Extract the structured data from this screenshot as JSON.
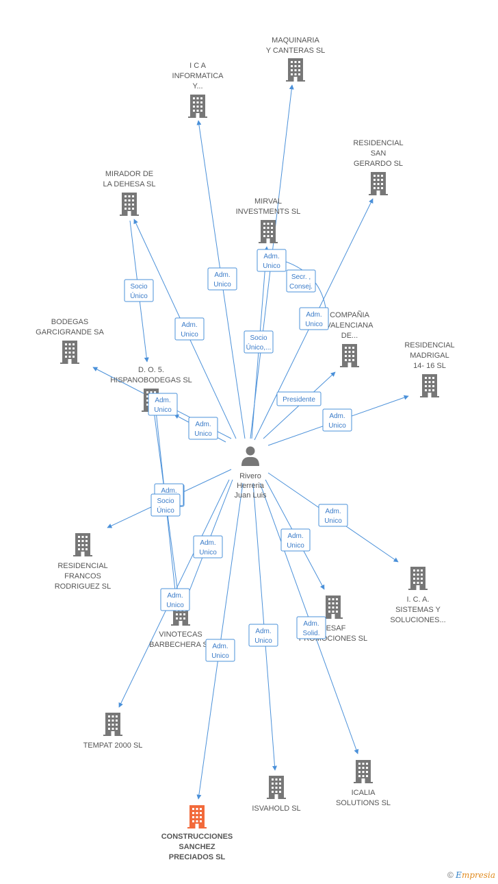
{
  "center": {
    "label": [
      "Rivero",
      "Herreria",
      "Juan Luis"
    ],
    "icon": "person-icon"
  },
  "colors": {
    "edge": "#4a90d9",
    "building": "#777777",
    "highlight": "#f26a3b"
  },
  "companies": [
    {
      "id": "maquinaria",
      "label": [
        "MAQUINARIA",
        "Y CANTERAS SL"
      ]
    },
    {
      "id": "ica-informatica",
      "label": [
        "I C A",
        "INFORMATICA",
        "Y..."
      ]
    },
    {
      "id": "residencial-san-gerardo",
      "label": [
        "RESIDENCIAL",
        "SAN",
        "GERARDO SL"
      ]
    },
    {
      "id": "mirador",
      "label": [
        "MIRADOR DE",
        "LA DEHESA SL"
      ]
    },
    {
      "id": "mirval",
      "label": [
        "MIRVAL",
        "INVESTMENTS SL"
      ]
    },
    {
      "id": "compania-valenciana",
      "label": [
        "COMPAÑIA",
        "VALENCIANA",
        "DE..."
      ]
    },
    {
      "id": "bodegas",
      "label": [
        "BODEGAS",
        "GARCIGRANDE SA"
      ]
    },
    {
      "id": "dos-hispanobodegas",
      "label": [
        "D. O. 5.",
        "HISPANOBODEGAS SL"
      ]
    },
    {
      "id": "residencial-madrigal",
      "label": [
        "RESIDENCIAL",
        "MADRIGAL",
        "14- 16 SL"
      ]
    },
    {
      "id": "residencial-francos",
      "label": [
        "RESIDENCIAL",
        "FRANCOS",
        "RODRIGUEZ SL"
      ]
    },
    {
      "id": "ica-sistemas",
      "label": [
        "I. C. A.",
        "SISTEMAS Y",
        "SOLUCIONES..."
      ]
    },
    {
      "id": "desaf",
      "label": [
        "DESAF",
        "PROMOCIONES SL"
      ]
    },
    {
      "id": "vinotecas",
      "label": [
        "VINOTECAS",
        "BARBECHERA SL"
      ]
    },
    {
      "id": "tempat",
      "label": [
        "TEMPAT 2000 SL"
      ]
    },
    {
      "id": "construcciones",
      "label": [
        "CONSTRUCCIONES",
        "SANCHEZ",
        "PRECIADOS SL"
      ],
      "highlight": true
    },
    {
      "id": "isvahold",
      "label": [
        "ISVAHOLD SL"
      ]
    },
    {
      "id": "icalia",
      "label": [
        "ICALIA",
        "SOLUTIONS SL"
      ]
    }
  ],
  "relations": [
    {
      "to": "maquinaria",
      "label": [
        "Adm.",
        "Unico"
      ]
    },
    {
      "to": "ica-informatica",
      "label": [
        "Adm.",
        "Unico"
      ]
    },
    {
      "to": "residencial-san-gerardo",
      "label": [
        "Adm.",
        "Unico"
      ]
    },
    {
      "to": "mirador",
      "label": [
        "Adm.",
        "Unico"
      ]
    },
    {
      "to": "mirval",
      "label": [
        "Socio",
        "Único,..."
      ]
    },
    {
      "to": "compania-valenciana",
      "label": [
        "Secr. ,",
        "Consej."
      ]
    },
    {
      "to": "compania-valenciana",
      "label": [
        "Presidente"
      ]
    },
    {
      "to": "bodegas",
      "label": [
        "Adm.",
        "Unico"
      ]
    },
    {
      "to": "dos-hispanobodegas",
      "label": [
        "Adm.",
        "Unico"
      ]
    },
    {
      "to": "residencial-madrigal",
      "label": [
        "Adm.",
        "Unico"
      ]
    },
    {
      "to": "residencial-francos",
      "label": [
        "Adm.",
        "Unico"
      ]
    },
    {
      "to": "ica-sistemas",
      "label": [
        "Adm.",
        "Unico"
      ]
    },
    {
      "to": "desaf",
      "label": [
        "Adm.",
        "Unico"
      ]
    },
    {
      "to": "vinotecas",
      "label": [
        "Adm.",
        "Unico"
      ]
    },
    {
      "to": "tempat",
      "label": [
        "Adm.",
        "Unico"
      ]
    },
    {
      "to": "construcciones",
      "label": [
        "Adm.",
        "Unico"
      ]
    },
    {
      "to": "isvahold",
      "label": [
        "Adm.",
        "Unico"
      ]
    },
    {
      "to": "icalia",
      "label": [
        "Adm.",
        "Solid."
      ]
    }
  ],
  "secondary_relations": [
    {
      "from": "mirador",
      "to": "dos-hispanobodegas",
      "label": [
        "Socio",
        "Único"
      ]
    },
    {
      "from": "dos-hispanobodegas",
      "to": "vinotecas",
      "label": [
        "Adm.",
        "Unico"
      ]
    },
    {
      "from": "dos-hispanobodegas",
      "to": "vinotecas",
      "label": [
        "Socio",
        "Único"
      ]
    }
  ],
  "footer": {
    "copyright": "©",
    "brand_first": "E",
    "brand_rest": "mpresia"
  }
}
